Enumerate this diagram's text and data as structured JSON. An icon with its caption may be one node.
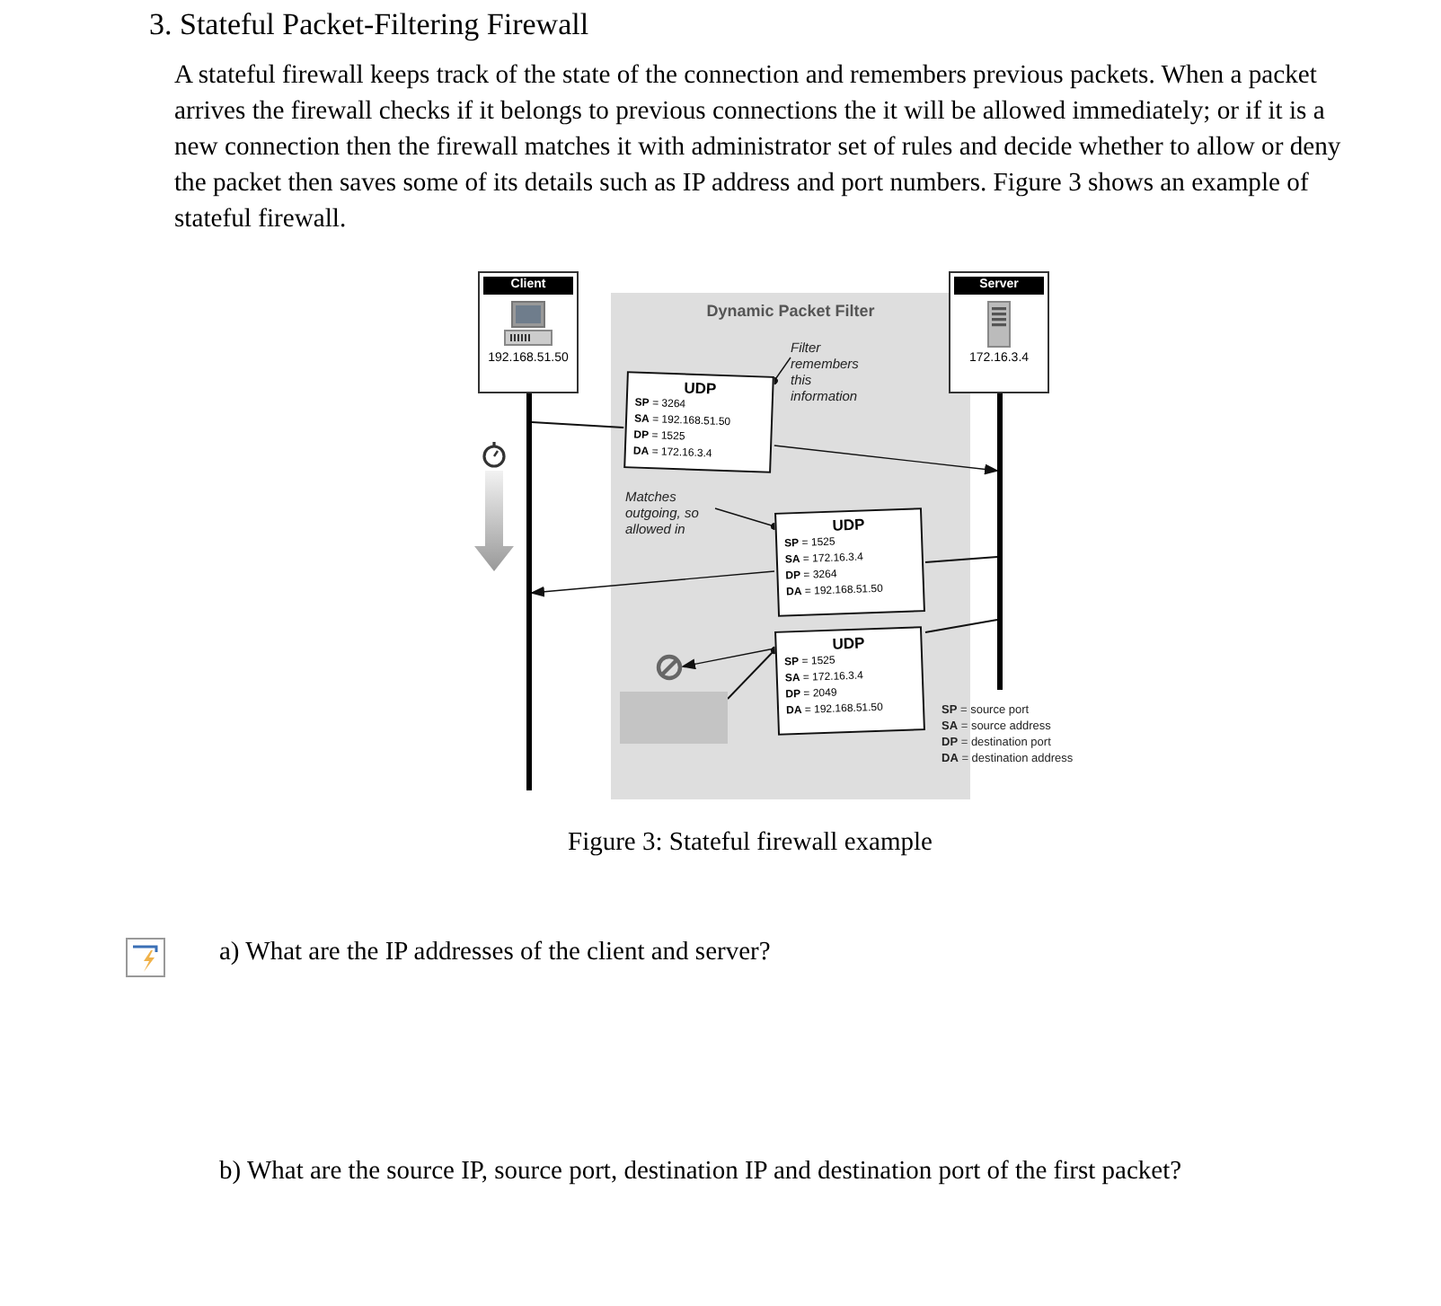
{
  "diagram": {
    "title": "3. Stateful Packet-Filtering Firewall",
    "nodes": [
      {
        "text": [
          "Client",
          "192.168.51.50"
        ]
      },
      {
        "text": [
          "Server",
          "172.16.3.4"
        ]
      },
      {
        "text": [
          "Dynamic Packet Filter"
        ]
      },
      {
        "text": [
          "UDP",
          "**SP** = 3264",
          "**SA** = 192.168.51.50",
          "**DP** = 1525",
          "**DA** = 172.16.3.4"
        ],
        "in": 2
      },
      {
        "text": [
          "Filter remembers this information"
        ],
        "in": 2
      },
      {
        "text": [
          "Matches outgoing, so allowed in"
        ],
        "in": 2
      },
      {
        "text": [
          "UDP",
          "**SP** = 1525",
          "**SA** = 172.16.3.4",
          "**DP** = 3264",
          "**DA** = 192.168.51.50"
        ],
        "in": 2
      },
      {
        "text": [],
        "shape": "circle",
        "in": 2
      },
      {
        "text": [
          "UDP",
          "**SP** = 1525",
          "**SA** = 172.16.3.4",
          "**DP** = 2049",
          "**DA** = 192.168.51.50"
        ],
        "in": 2
      },
      {
        "text": [],
        "shape": "box",
        "in": 2
      },
      {
        "text": [],
        "shape": "bar"
      },
      {
        "text": [],
        "shape": "bar"
      }
    ],
    "edges": [
      {
        "from": 10,
        "to": 3,
        "arrow": "none"
      },
      {
        "from": 3,
        "to": 11,
        "arrow": "to"
      },
      {
        "from": 11,
        "to": 6,
        "arrow": "none"
      },
      {
        "from": 6,
        "to": 10,
        "arrow": "to"
      },
      {
        "from": 11,
        "to": 8,
        "arrow": "none"
      },
      {
        "from": 8,
        "to": 7,
        "arrow": "to"
      },
      {
        "from": 4,
        "to": 3,
        "arrow": "other"
      },
      {
        "from": 5,
        "to": 6,
        "arrow": "other"
      },
      {
        "from": 9,
        "to": 8,
        "arrow": "other"
      }
    ],
    "labels": [
      "A stateful firewall keeps track of the state of the connection and remembers previous packets. When a packet arrives the firewall checks if it belongs to previous connections the it will be allowed immediately; or if it is a new connection then the firewall matches it with administrator set of rules and decide whether to allow or deny the packet then saves some of its details such as IP address and port numbers. Figure 3 shows an example of stateful firewall.",
      "**SP** = source port",
      "**SA** = source address",
      "**DP** = destination port",
      "**DA** = destination address",
      "Figure 3: Stateful firewall example",
      "a) What are the IP addresses of the client and server?",
      "b) What are the source IP, source port, destination IP and destination port of the first packet?"
    ]
  }
}
